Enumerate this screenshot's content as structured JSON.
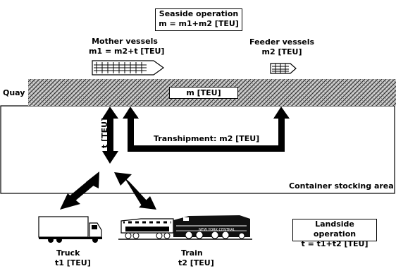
{
  "seaside": {
    "title": "Seaside operation",
    "formula": "m = m1+m2 [TEU]"
  },
  "mother": {
    "title": "Mother vessels",
    "formula": "m1 = m2+t [TEU]"
  },
  "feeder": {
    "title": "Feeder vessels",
    "formula": "m2 [TEU]"
  },
  "quay": {
    "label": "Quay",
    "volume": "m [TEU]"
  },
  "transhipment": {
    "label": "Transhipment: m2 [TEU]"
  },
  "t_label": "t [TEU]",
  "stocking": {
    "label": "Container stocking area"
  },
  "landside": {
    "title": "Landside operation",
    "formula": "t = t1+t2 [TEU]"
  },
  "truck": {
    "title": "Truck",
    "formula": "t1 [TEU]"
  },
  "train": {
    "title": "Train",
    "formula": "t2 [TEU]"
  },
  "train_car_text": "NEW YORK CENTRAL"
}
